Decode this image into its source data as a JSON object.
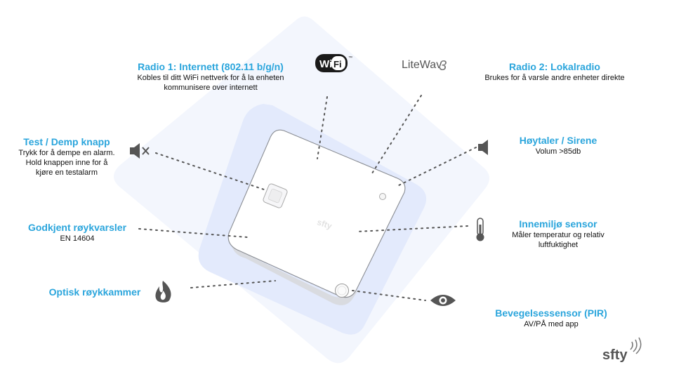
{
  "colors": {
    "accent": "#2aa5dc",
    "text": "#111111",
    "icon": "#555555",
    "halo_outer": "#f3f6fd",
    "halo_inner": "#e3eafc"
  },
  "labels": {
    "radio1": {
      "title": "Radio 1: Internett (802.11 b/g/n)",
      "desc1": "Kobles til ditt WiFi nettverk for å la enheten",
      "desc2": "kommunisere over internett"
    },
    "radio2": {
      "title": "Radio 2: Lokalradio",
      "desc1": "Brukes for å varsle andre enheter direkte"
    },
    "test": {
      "title": "Test / Demp knapp",
      "desc1": "Trykk for å dempe en alarm.",
      "desc2": "Hold knappen inne for å",
      "desc3": "kjøre en testalarm"
    },
    "speaker": {
      "title": "Høytaler / Sirene",
      "desc1": "Volum >85db"
    },
    "smoke": {
      "title": "Godkjent røykvarsler",
      "desc1": "EN 14604"
    },
    "env": {
      "title": "Innemiljø sensor",
      "desc1": "Måler temperatur og relativ",
      "desc2": "luftfuktighet"
    },
    "optical": {
      "title": "Optisk røykkammer"
    },
    "pir": {
      "title": "Bevegelsessensor (PIR)",
      "desc1": "AV/PÅ med app"
    }
  },
  "logos": {
    "wifi": {
      "left": "Wi",
      "right": "Fi",
      "tm": "™"
    },
    "litewave": {
      "text": "LiteWav",
      "mark": "3"
    },
    "brand": {
      "text": "sfty"
    }
  },
  "icons": {
    "mute": "mute-speaker-icon",
    "speaker": "speaker-icon",
    "thermometer": "thermometer-icon",
    "fire": "flame-icon",
    "eye": "eye-icon"
  }
}
